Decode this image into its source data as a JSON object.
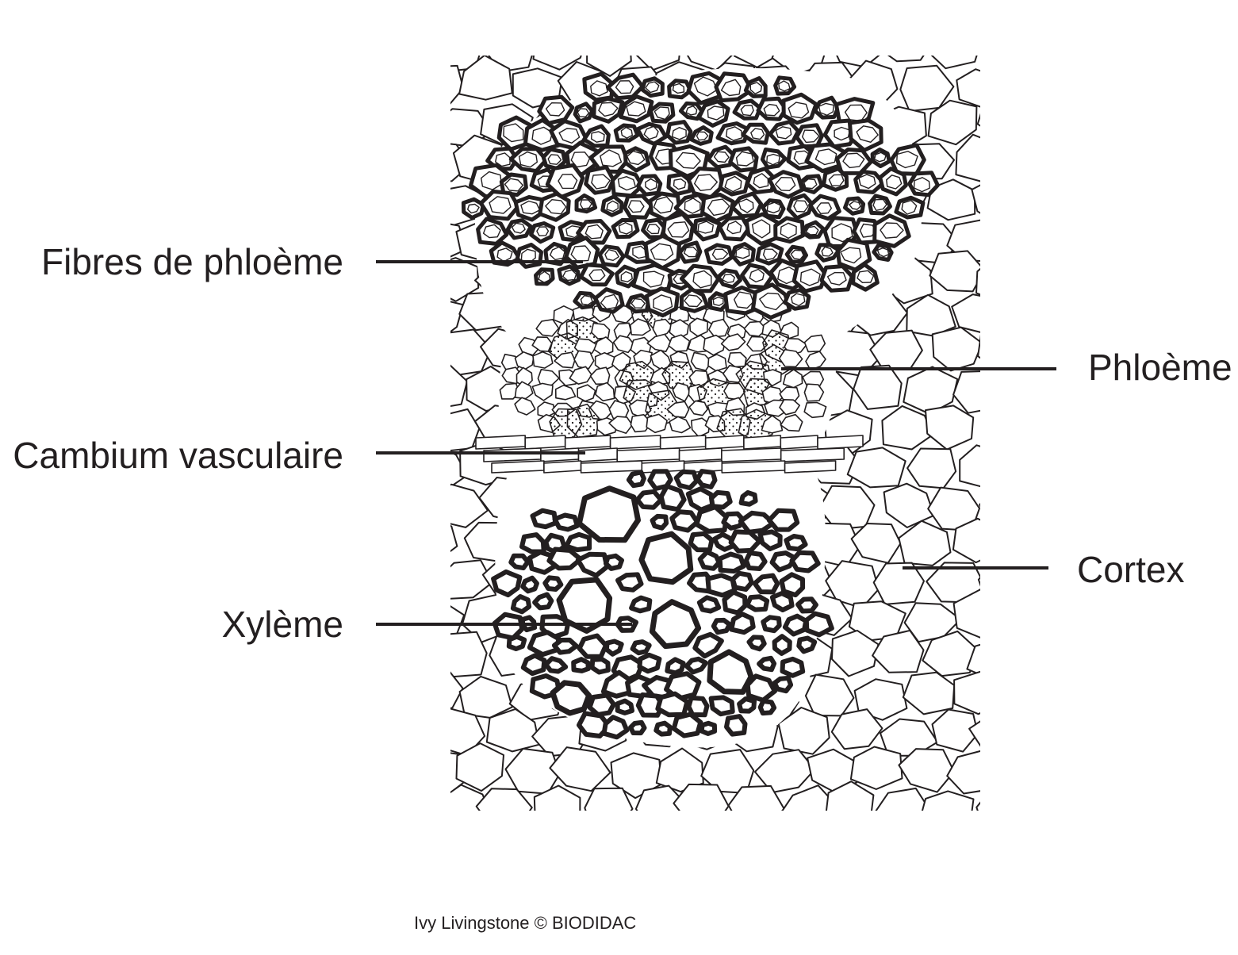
{
  "labels": {
    "fibres_de_phloeme": "Fibres de phloème",
    "phloeme": "Phloème",
    "cambium_vasculaire": "Cambium vasculaire",
    "cortex": "Cortex",
    "xyleme": "Xylème"
  },
  "credit": "Ivy Livingstone © BIODIDAC",
  "colors": {
    "ink": "#231f20",
    "background": "#ffffff"
  }
}
